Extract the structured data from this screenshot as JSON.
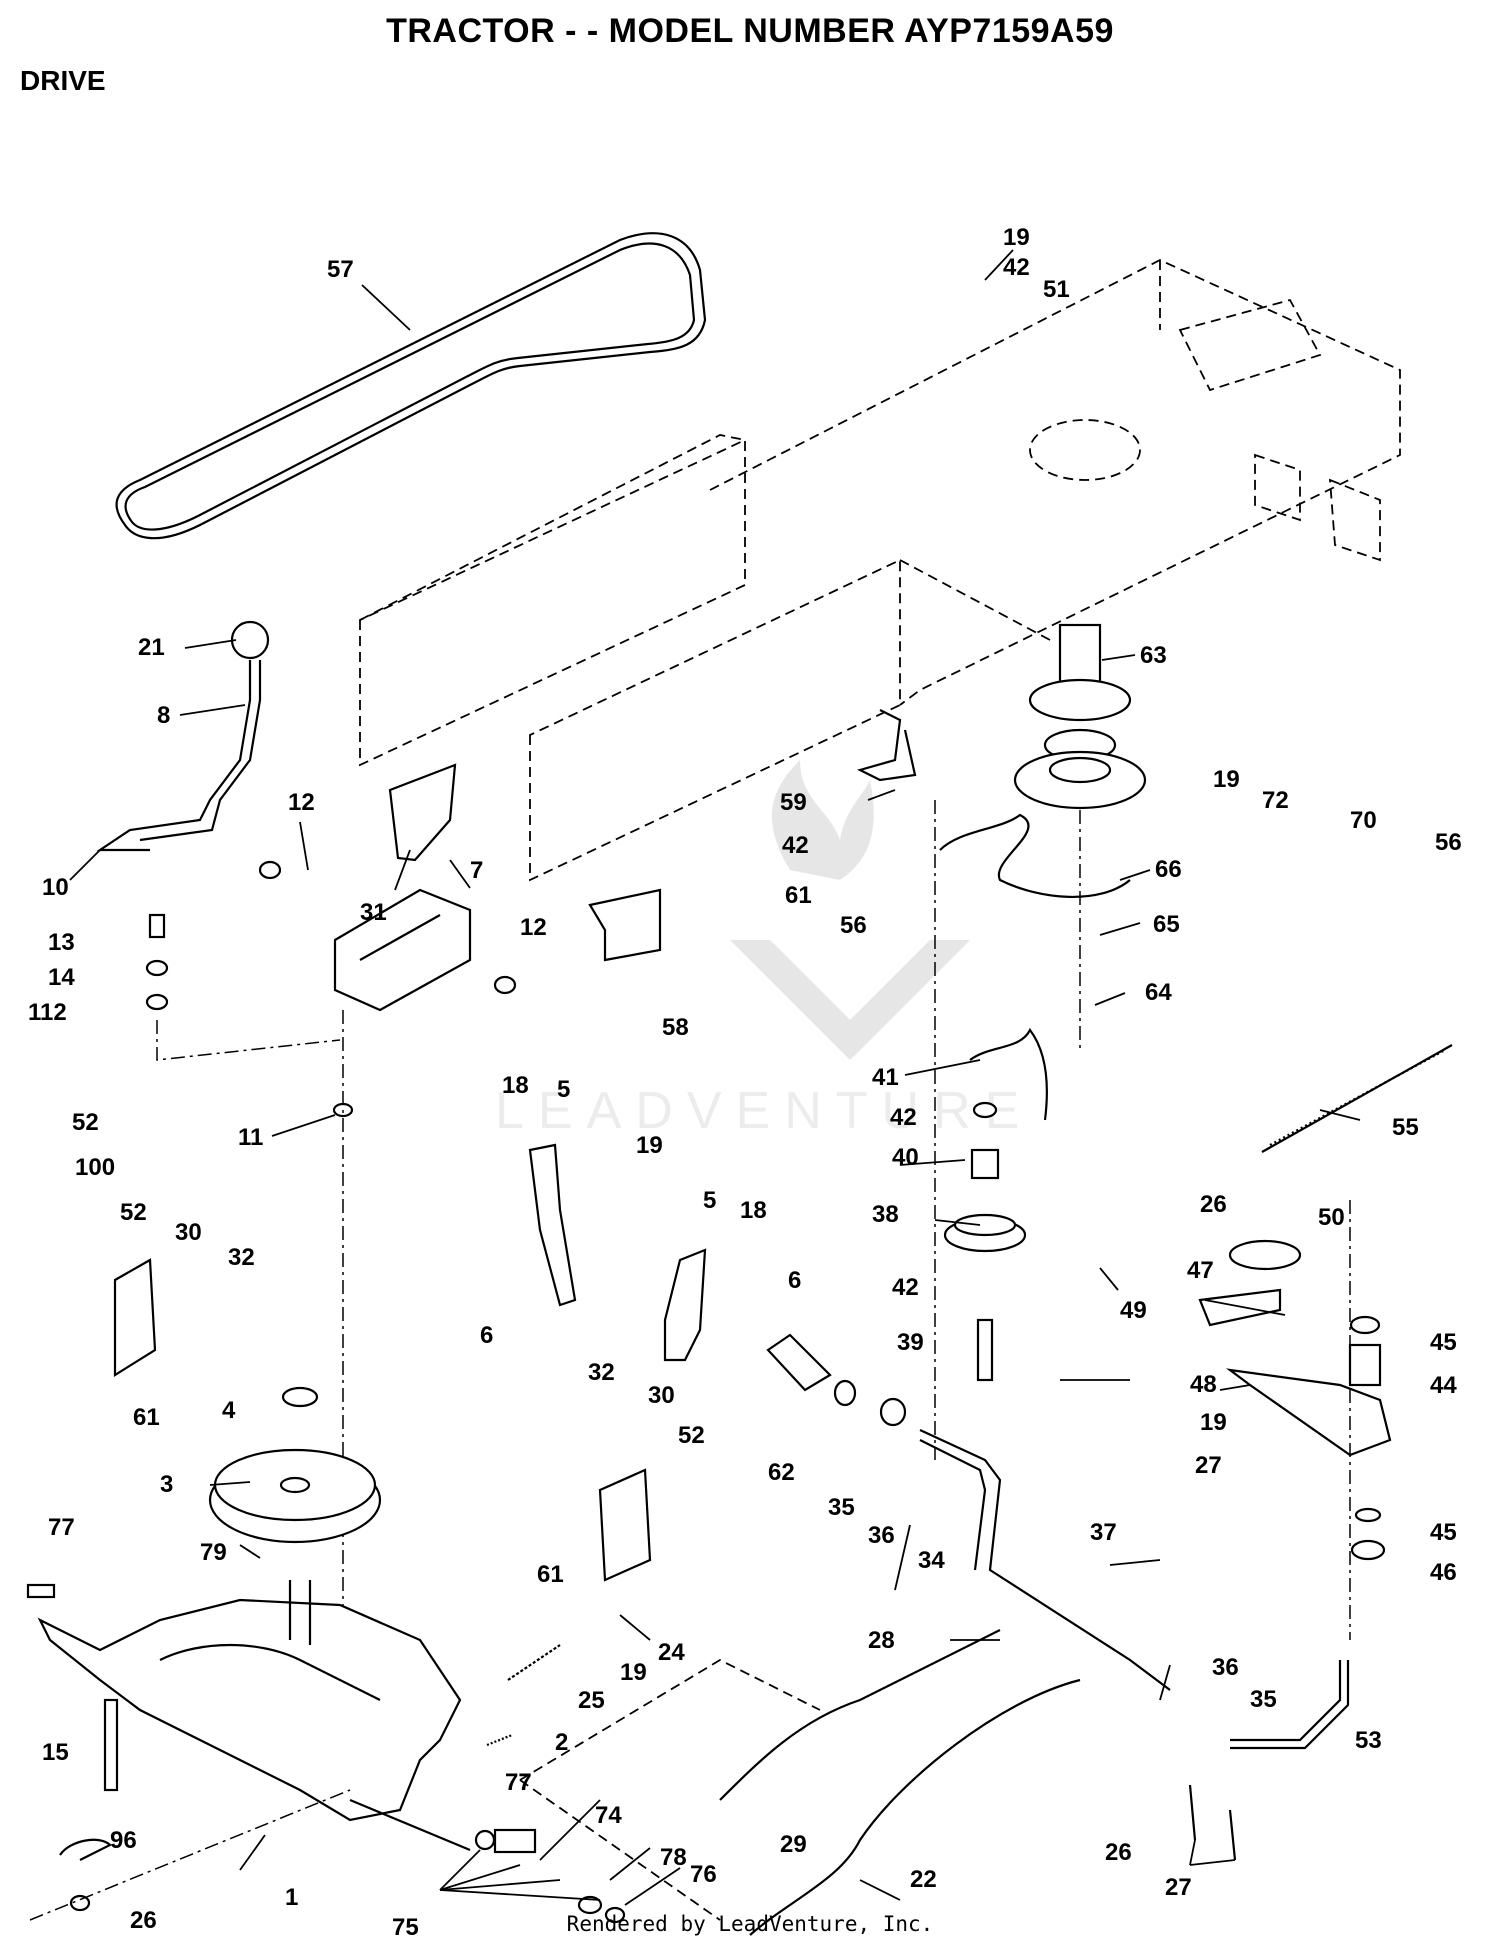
{
  "title": "TRACTOR - - MODEL NUMBER AYP7159A59",
  "section": "DRIVE",
  "footer": "Rendered by LeadVenture, Inc.",
  "watermark": "LEADVENTURE",
  "callouts": {
    "c57": "57",
    "c19a": "19",
    "c42a": "42",
    "c51": "51",
    "c21": "21",
    "c8": "8",
    "c10": "10",
    "c12a": "12",
    "c31": "31",
    "c7": "7",
    "c13": "13",
    "c14": "14",
    "c112": "112",
    "c12b": "12",
    "c58": "58",
    "c63": "63",
    "c19b": "19",
    "c72": "72",
    "c70": "70",
    "c56a": "56",
    "c59": "59",
    "c42b": "42",
    "c61a": "61",
    "c66": "66",
    "c56b": "56",
    "c65": "65",
    "c64": "64",
    "c11": "11",
    "c18a": "18",
    "c5a": "5",
    "c19c": "19",
    "c5b": "5",
    "c18b": "18",
    "c6a": "6",
    "c6b": "6",
    "c41": "41",
    "c42c": "42",
    "c40": "40",
    "c38": "38",
    "c42d": "42",
    "c39": "39",
    "c55": "55",
    "c52a": "52",
    "c100": "100",
    "c52b": "52",
    "c30a": "30",
    "c32a": "32",
    "c61b": "61",
    "c4": "4",
    "c3": "3",
    "c77a": "77",
    "c79": "79",
    "c32b": "32",
    "c30b": "30",
    "c52c": "52",
    "c61c": "61",
    "c62": "62",
    "c35a": "35",
    "c36a": "36",
    "c34": "34",
    "c37": "37",
    "c26a": "26",
    "c50": "50",
    "c47": "47",
    "c49": "49",
    "c45a": "45",
    "c48": "48",
    "c44": "44",
    "c19d": "19",
    "c27a": "27",
    "c45b": "45",
    "c46": "46",
    "c24": "24",
    "c19e": "19",
    "c25": "25",
    "c28": "28",
    "c36b": "36",
    "c35b": "35",
    "c53": "53",
    "c15": "15",
    "c2": "2",
    "c77b": "77",
    "c29": "29",
    "c74": "74",
    "c26b": "26",
    "c96": "96",
    "c1": "1",
    "c78": "78",
    "c76": "76",
    "c22": "22",
    "c27b": "27",
    "c26c": "26",
    "c75": "75"
  }
}
